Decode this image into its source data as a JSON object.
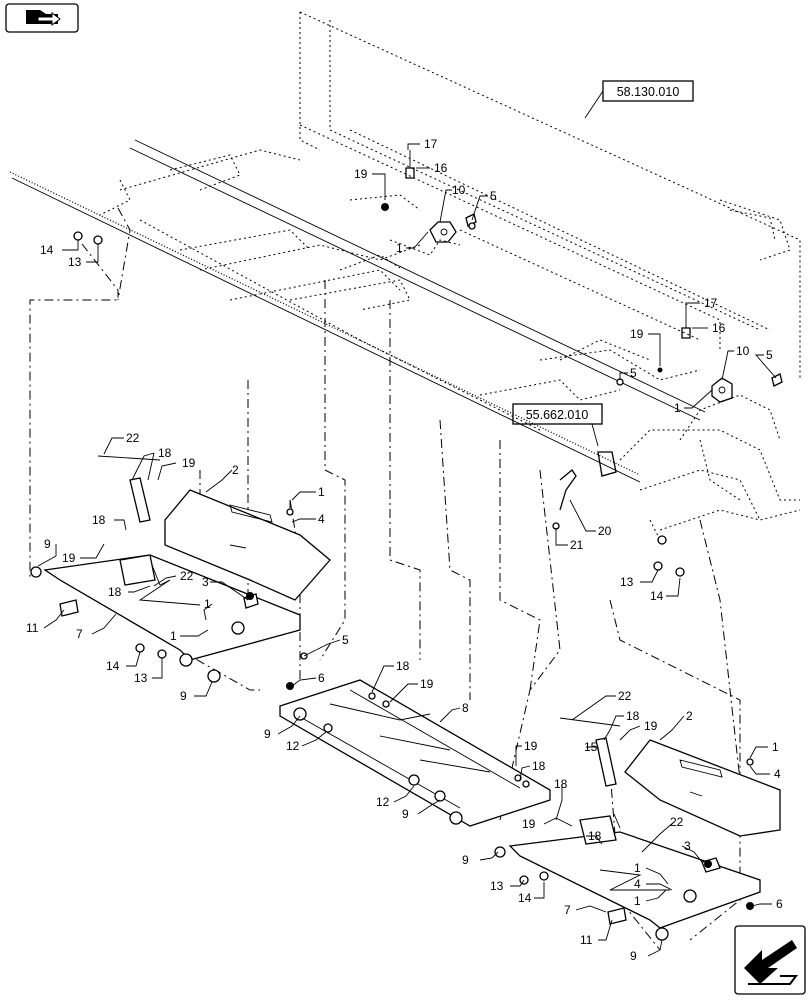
{
  "references": {
    "top_right": "58.130.010",
    "middle": "55.662.010"
  },
  "icons": {
    "top_left": "book-arrow-icon",
    "bottom_right": "next-page-arrow-icon"
  },
  "callouts": [
    {
      "id": "c17a",
      "label": "17"
    },
    {
      "id": "c16a",
      "label": "16"
    },
    {
      "id": "c19a",
      "label": "19"
    },
    {
      "id": "c10a",
      "label": "10"
    },
    {
      "id": "c5a",
      "label": "5"
    },
    {
      "id": "c1a",
      "label": "1"
    },
    {
      "id": "c14a",
      "label": "14"
    },
    {
      "id": "c13a",
      "label": "13"
    },
    {
      "id": "c17b",
      "label": "17"
    },
    {
      "id": "c16b",
      "label": "16"
    },
    {
      "id": "c19b",
      "label": "19"
    },
    {
      "id": "c10b",
      "label": "10"
    },
    {
      "id": "c5b",
      "label": "5"
    },
    {
      "id": "c5c",
      "label": "5"
    },
    {
      "id": "c1b",
      "label": "1"
    },
    {
      "id": "c20",
      "label": "20"
    },
    {
      "id": "c21",
      "label": "21"
    },
    {
      "id": "c13b",
      "label": "13"
    },
    {
      "id": "c14b",
      "label": "14"
    },
    {
      "id": "c22a",
      "label": "22"
    },
    {
      "id": "c18a",
      "label": "18"
    },
    {
      "id": "c19c",
      "label": "19"
    },
    {
      "id": "c2a",
      "label": "2"
    },
    {
      "id": "c1c",
      "label": "1"
    },
    {
      "id": "c4a",
      "label": "4"
    },
    {
      "id": "c18b",
      "label": "18"
    },
    {
      "id": "c19d",
      "label": "19"
    },
    {
      "id": "c9a",
      "label": "9"
    },
    {
      "id": "c22b",
      "label": "22"
    },
    {
      "id": "c18c",
      "label": "18"
    },
    {
      "id": "c3a",
      "label": "3"
    },
    {
      "id": "c1d",
      "label": "1"
    },
    {
      "id": "c1e",
      "label": "1"
    },
    {
      "id": "c11a",
      "label": "11"
    },
    {
      "id": "c7a",
      "label": "7"
    },
    {
      "id": "c14c",
      "label": "14"
    },
    {
      "id": "c13c",
      "label": "13"
    },
    {
      "id": "c9b",
      "label": "9"
    },
    {
      "id": "c5d",
      "label": "5"
    },
    {
      "id": "c6a",
      "label": "6"
    },
    {
      "id": "c18d",
      "label": "18"
    },
    {
      "id": "c19e",
      "label": "19"
    },
    {
      "id": "c8",
      "label": "8"
    },
    {
      "id": "c9c",
      "label": "9"
    },
    {
      "id": "c12a",
      "label": "12"
    },
    {
      "id": "c19f",
      "label": "19"
    },
    {
      "id": "c18e",
      "label": "18"
    },
    {
      "id": "c12b",
      "label": "12"
    },
    {
      "id": "c9d",
      "label": "9"
    },
    {
      "id": "c22c",
      "label": "22"
    },
    {
      "id": "c18f",
      "label": "18"
    },
    {
      "id": "c19g",
      "label": "19"
    },
    {
      "id": "c15",
      "label": "15"
    },
    {
      "id": "c2b",
      "label": "2"
    },
    {
      "id": "c1f",
      "label": "1"
    },
    {
      "id": "c4b",
      "label": "4"
    },
    {
      "id": "c18g",
      "label": "18"
    },
    {
      "id": "c19h",
      "label": "19"
    },
    {
      "id": "c18h",
      "label": "18"
    },
    {
      "id": "c22d",
      "label": "22"
    },
    {
      "id": "c9e",
      "label": "9"
    },
    {
      "id": "c3b",
      "label": "3"
    },
    {
      "id": "c13d",
      "label": "13"
    },
    {
      "id": "c1g",
      "label": "1"
    },
    {
      "id": "c4c",
      "label": "4"
    },
    {
      "id": "c14d",
      "label": "14"
    },
    {
      "id": "c1h",
      "label": "1"
    },
    {
      "id": "c6b",
      "label": "6"
    },
    {
      "id": "c7b",
      "label": "7"
    },
    {
      "id": "c11b",
      "label": "11"
    },
    {
      "id": "c9f",
      "label": "9"
    }
  ]
}
